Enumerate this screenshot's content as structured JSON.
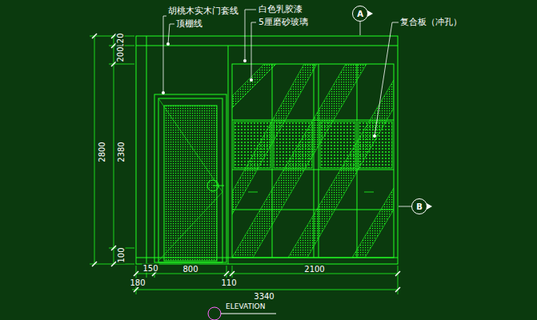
{
  "diagram": {
    "nodes": [
      {
        "text": [
          "A"
        ]
      },
      {
        "text": [
          "B"
        ]
      }
    ],
    "labels": [
      "胡桃木实木门套线",
      "顶棚线",
      "白色乳胶漆",
      "5厘磨砂玻璃",
      "复合板（冲孔）",
      "120",
      "200",
      "2800",
      "2380",
      "100",
      "150",
      "800",
      "2100",
      "180",
      "110",
      "3340",
      "ELEVATION"
    ]
  }
}
